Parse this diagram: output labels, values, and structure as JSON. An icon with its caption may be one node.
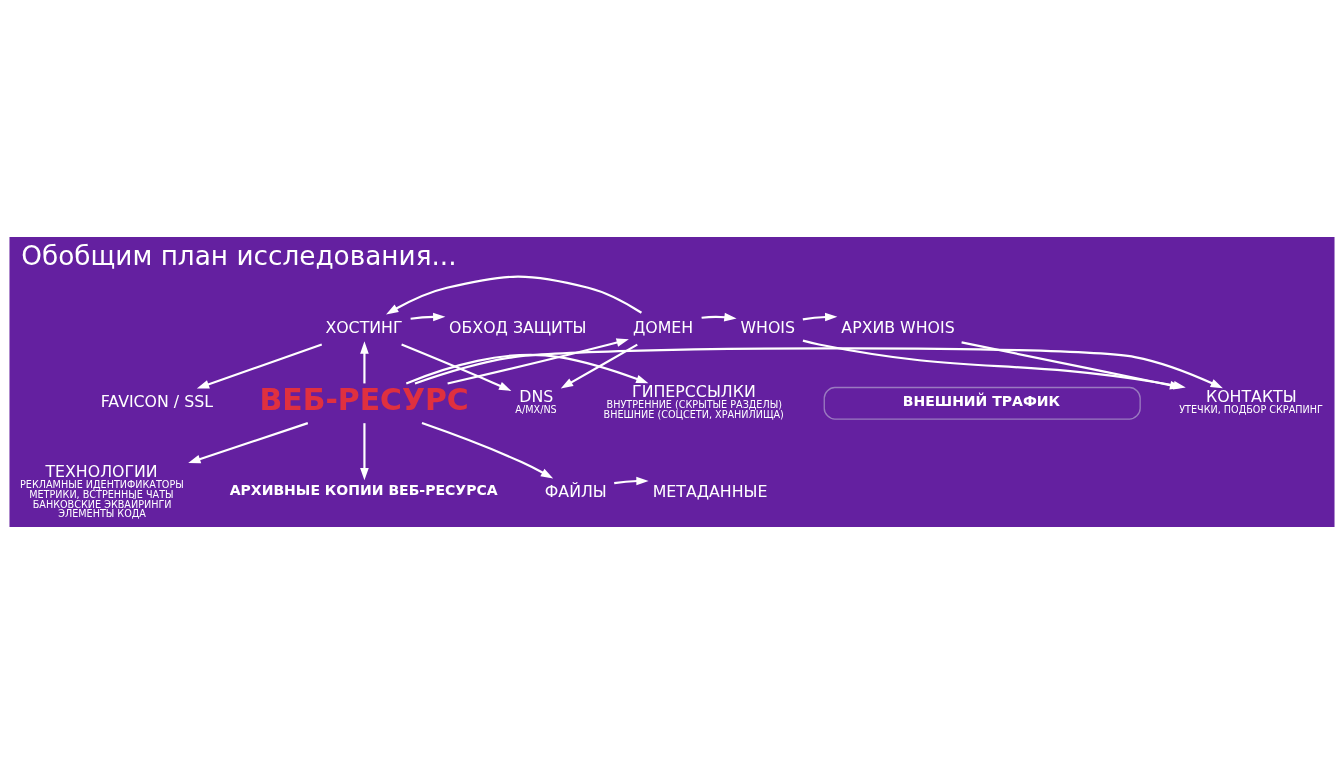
{
  "diagram": {
    "title": "Обобщим план исследования...",
    "nodes": [
      {
        "text": [
          "FAVICON / SSL"
        ]
      },
      {
        "text": [
          "DNS",
          "A/MX/NS"
        ]
      },
      {
        "text": [
          "ВНЕШНИЙ ТРАФИК"
        ]
      },
      {
        "text": [
          "ОБХОД ЗАЩИТЫ"
        ]
      },
      {
        "text": [
          "ХОСТИНГ"
        ]
      },
      {
        "text": [
          "ДОМЕН"
        ]
      },
      {
        "text": [
          "WHOIS"
        ]
      },
      {
        "text": [
          "АРХИВ WHOIS"
        ]
      },
      {
        "text": [
          "ГИПЕРССЫЛКИ",
          "ВНУТРЕННИЕ (СКРЫТЫЕ РАЗДЕЛЫ)",
          "ВНЕШНИЕ (СОЦСЕТИ, ХРАНИЛИЩА)"
        ]
      },
      {
        "text": [
          "ВЕБ-РЕСУРС"
        ]
      },
      {
        "text": [
          "КОНТАКТЫ",
          "УТЕЧКИ, ПОДБОР СКРАПИНГ"
        ]
      },
      {
        "text": [
          "ТЕХНОЛОГИИ",
          "РЕКЛАМНЫЕ ИДЕНТИФИКАТОРЫ",
          "МЕТРИКИ, ВСТРЕННЫЕ ЧАТЫ",
          "БАНКОВСКИЕ ЭКВАЙРИНГИ",
          "ЭЛЕМЕНТЫ КОДА"
        ]
      },
      {
        "text": [
          "АРХИВНЫЕ КОПИИ ВЕБ-РЕСУРСА"
        ]
      },
      {
        "text": [
          "ФАЙЛЫ"
        ]
      },
      {
        "text": [
          "МЕТАДАННЫЕ"
        ]
      }
    ],
    "edges": [
      {
        "from": 4,
        "to": 0,
        "arrow": "to"
      },
      {
        "from": 4,
        "to": 1,
        "arrow": "to"
      },
      {
        "from": 5,
        "to": 1,
        "arrow": "to"
      },
      {
        "from": 4,
        "to": 3,
        "arrow": "to"
      },
      {
        "from": 5,
        "to": 4,
        "arrow": "to"
      },
      {
        "from": 5,
        "to": 6,
        "arrow": "to"
      },
      {
        "from": 6,
        "to": 7,
        "arrow": "to"
      },
      {
        "from": 9,
        "to": 4,
        "arrow": "to"
      },
      {
        "from": 9,
        "to": 5,
        "arrow": "to"
      },
      {
        "from": 6,
        "to": 10,
        "arrow": "to"
      },
      {
        "from": 7,
        "to": 10,
        "arrow": "to"
      },
      {
        "from": 9,
        "to": 8,
        "arrow": "to"
      },
      {
        "from": 9,
        "to": 10,
        "arrow": "to"
      },
      {
        "from": 9,
        "to": 11,
        "arrow": "to"
      },
      {
        "from": 9,
        "to": 12,
        "arrow": "to"
      },
      {
        "from": 9,
        "to": 13,
        "arrow": "to"
      },
      {
        "from": 13,
        "to": 14,
        "arrow": "to"
      }
    ]
  }
}
